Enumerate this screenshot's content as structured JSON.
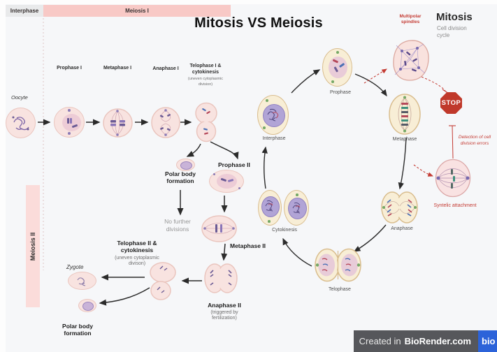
{
  "title": "Mitosis VS Meiosis",
  "headers": {
    "interphase": "Interphase",
    "meiosis_i": "Meiosis I",
    "meiosis_ii": "Meiosis II"
  },
  "meiosis": {
    "oocyte": "Oocyte",
    "stages": [
      "Prophase I",
      "Metaphase I",
      "Anaphase I"
    ],
    "telophase_i": "Telophase I & cytokinesis",
    "telophase_i_note": "(uneven cytoplasmic division)",
    "polar_body_top": "Polar body formation",
    "prophase_ii": "Prophase II",
    "no_further": "No further divisions",
    "metaphase_ii": "Metaphase II",
    "telophase_ii": "Telophase II & cytokinesis",
    "telophase_ii_note": "(uneven cytoplasmic divison)",
    "anaphase_ii": "Anaphase II",
    "anaphase_ii_note": "(triggered by fertilization)",
    "zygote": "Zygote",
    "polar_body_bottom": "Polar body formation"
  },
  "mitosis": {
    "title": "Mitosis",
    "subtitle": "Cell division cycle",
    "stages": {
      "interphase": "Interphase",
      "prophase": "Prophase",
      "metaphase": "Metaphase",
      "anaphase": "Anaphase",
      "telophase": "Telophase",
      "cytokinesis": "Cytokinesis"
    },
    "annotations": {
      "multipolar_spindles": "Multipolar spindles",
      "stop": "STOP",
      "detection": "Detection of cell division errors",
      "syntelic": "Syntelic attachment"
    }
  },
  "footer": {
    "created_in": "Created in",
    "brand": "BioRender.com",
    "logo": "bio"
  },
  "colors": {
    "meiosis_header_pink": "#f8c9c6",
    "meiosis_ii_pink": "#fbdcda",
    "interphase_header_gray": "#e9eaeb",
    "stop_red": "#c0392b",
    "annotation_red": "#c43b33",
    "badge_gray": "#56575b",
    "logo_blue": "#2c63d9"
  }
}
